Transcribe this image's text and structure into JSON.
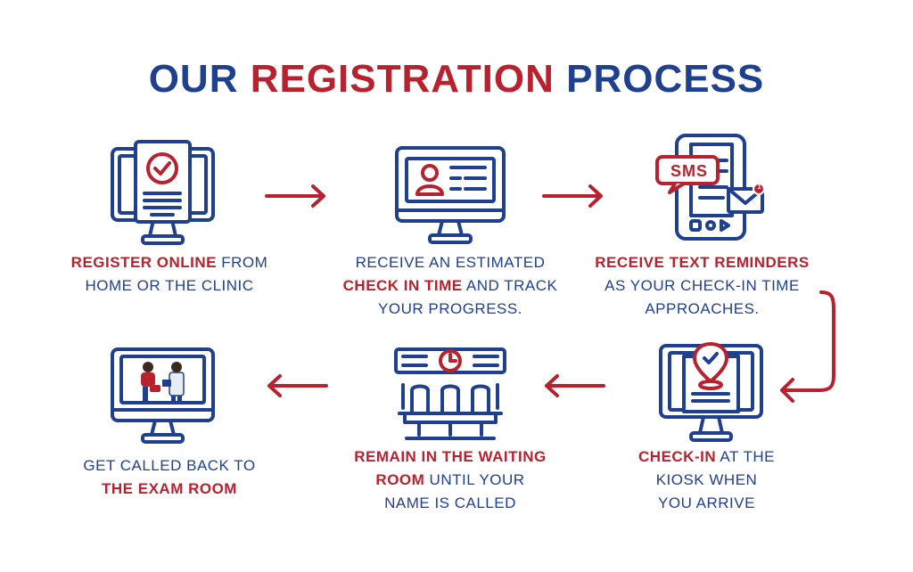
{
  "title": {
    "part1": "OUR ",
    "part2": "REGISTRATION",
    "part3": " PROCESS"
  },
  "steps": [
    {
      "icon": "computer-checkmark-icon",
      "highlight": "REGISTER ONLINE",
      "text_after": " FROM",
      "line2": "HOME OR THE CLINIC"
    },
    {
      "icon": "computer-profile-icon",
      "line1": "RECEIVE AN ESTIMATED",
      "highlight": "CHECK IN TIME",
      "text_after": " AND TRACK",
      "line3": "YOUR PROGRESS."
    },
    {
      "icon": "phone-sms-icon",
      "sms_label": "SMS",
      "badge": "1",
      "highlight": "RECEIVE TEXT REMINDERS",
      "line2": "AS YOUR CHECK-IN TIME",
      "line3": "APPROACHES."
    },
    {
      "icon": "kiosk-location-icon",
      "highlight": "CHECK-IN",
      "text_after": " AT THE",
      "line2": "KIOSK WHEN",
      "line3": "YOU ARRIVE"
    },
    {
      "icon": "waiting-room-chairs-icon",
      "highlight1": "REMAIN IN THE WAITING",
      "highlight2": "ROOM",
      "text_after": " UNTIL YOUR",
      "line3": "NAME IS CALLED"
    },
    {
      "icon": "computer-doctor-patient-icon",
      "line1": "GET CALLED BACK TO",
      "highlight": "THE EXAM ROOM"
    }
  ],
  "colors": {
    "navy": "#1f3f8f",
    "red": "#b8222e"
  }
}
